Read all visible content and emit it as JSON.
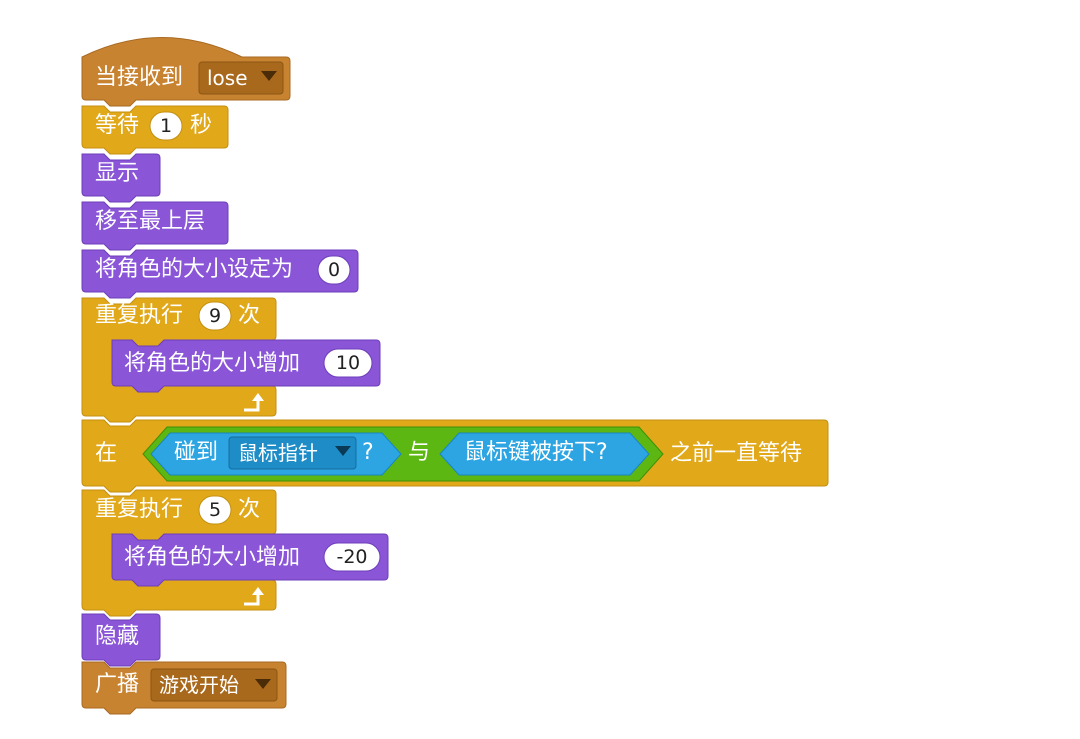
{
  "colors": {
    "events": "#c88330",
    "control": "#e1a91a",
    "looks": "#8a55d7",
    "sensing": "#2ca5e2",
    "operators": "#5cb712",
    "text": "#ffffff",
    "reporter_text": "#222222"
  },
  "script": {
    "hat": {
      "label": "当接收到",
      "message": "lose"
    },
    "wait": {
      "label": "等待",
      "value": "1",
      "unit": "秒"
    },
    "show": {
      "label": "显示"
    },
    "front": {
      "label": "移至最上层"
    },
    "set_size": {
      "label": "将角色的大小设定为",
      "value": "0"
    },
    "repeat1": {
      "label": "重复执行",
      "value": "9",
      "unit": "次",
      "arrow_icon": "loop-arrow-icon"
    },
    "change1": {
      "label": "将角色的大小增加",
      "value": "10"
    },
    "wait_until": {
      "prefix": "在",
      "touching_label": "碰到",
      "touching_target": "鼠标指针",
      "question": "?",
      "and_label": "与",
      "mouse_label": "鼠标键被按下?",
      "suffix": "之前一直等待"
    },
    "repeat2": {
      "label": "重复执行",
      "value": "5",
      "unit": "次",
      "arrow_icon": "loop-arrow-icon"
    },
    "change2": {
      "label": "将角色的大小增加",
      "value": "-20"
    },
    "hide": {
      "label": "隐藏"
    },
    "broadcast": {
      "label": "广播",
      "message": "游戏开始"
    }
  }
}
